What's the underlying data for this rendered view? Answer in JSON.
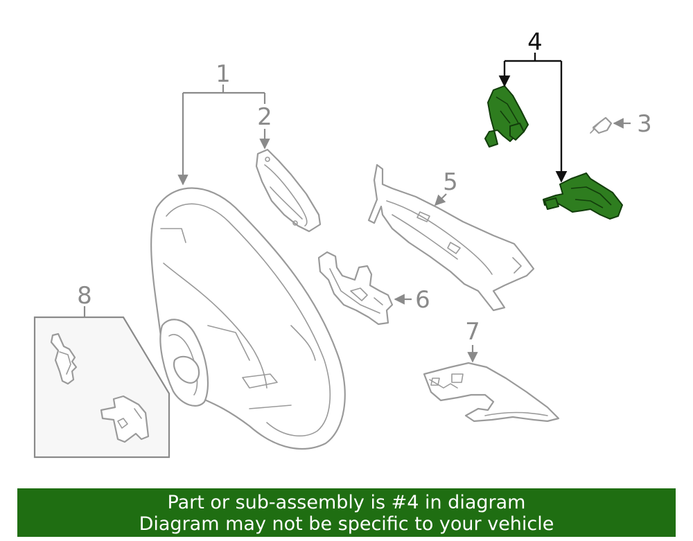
{
  "callouts": {
    "c1": "1",
    "c2": "2",
    "c3": "3",
    "c4": "4",
    "c5": "5",
    "c6": "6",
    "c7": "7",
    "c8": "8"
  },
  "highlight": {
    "part_number": "4",
    "color": "#2e7d1f"
  },
  "banner": {
    "line1": "Part or sub-assembly is #4 in diagram",
    "line2": "Diagram may not be specific to your vehicle",
    "background": "#1f6e12"
  }
}
